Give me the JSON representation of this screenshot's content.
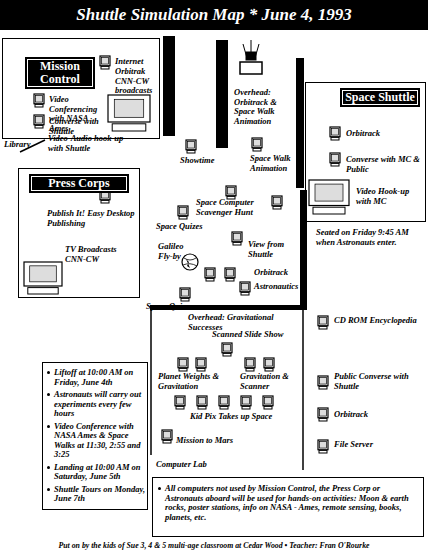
{
  "diagram": {
    "title": "Shuttle Simulation Map * June 4, 1993",
    "nodes": [
      {
        "text": [
          "Mission Control",
          "Internet",
          "Orbitrak CNN-CW broadcasts",
          "Video Conferencing with NASA Ames",
          "Converse with Shuttle"
        ]
      },
      {
        "text": [
          "Space Shuttle",
          "Orbitrack",
          "Converse with MC & Public",
          "Video Hook-up with MC"
        ]
      },
      {
        "text": [
          "Press Corps",
          "Publish It! Easy Desktop Publishing",
          "TV Broadcasts CNN-CW"
        ]
      },
      {
        "text": [
          "Liftoff at 10:00 AM on Friday, June 4th",
          "Astronauts will carry out experiments every few hours",
          "Video Conference with NASA Ames & Space Walks at 11:30, 2:55 and 3:25",
          "Landing at 10:00 AM on Saturday, June 5th",
          "Shuttle Tours on Monday, June 7th"
        ]
      },
      {
        "text": [
          "All computers not used by Mission Control, the Press Corp or Astronauts aboard will be used for hands-on activities: Moon & earth rocks, poster stations, info on NASA - Ames, remote sensing, books, planets, etc."
        ]
      }
    ],
    "labels": [
      "Library",
      "Video-Audio hook-up with Shuttle",
      "Overhead: Orbitrack & Space Walk Animation",
      "Showtime",
      "Space Walk Animation",
      "Seated on Friday 9:45 AM when Astronauts enter.",
      "Space Computer Scavenger Hunt",
      "Space Quizes",
      "Galileo Fly-by",
      "View from Shuttle",
      "Orbitrack",
      "Astronautics",
      "Space Quizes",
      "Overhead: Gravitational Successes",
      "Scanned Slide Show",
      "CD ROM Encyclopedia",
      "Planet Weights & Gravitation",
      "Gravitation & Scanner",
      "Public Converse with Shuttle",
      "Kid Pix Takes up Space",
      "Orbitrack",
      "Mission to Mars",
      "File Server",
      "Computer Lab",
      "Put on by the kids of Sue 3, 4 & 5 multi-age classroom at Cedar Wood • Teacher: Fran O'Rourke"
    ]
  }
}
